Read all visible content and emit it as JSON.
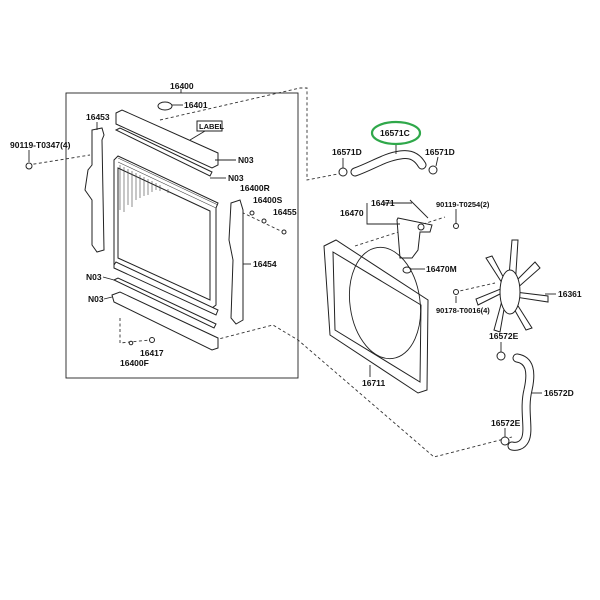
{
  "diagram": {
    "highlight_color": "#2fa84a",
    "labels": {
      "assembly": "16400",
      "cap": "16401",
      "left_support": "16453",
      "label_tag": "LABEL",
      "bolt_left": "90119-T0347(4)",
      "n03_a": "N03",
      "n03_b": "N03",
      "n03_c": "N03",
      "n03_d": "N03",
      "plug_r": "16400R",
      "plug_s": "16400S",
      "bolt_16455": "16455",
      "right_support": "16454",
      "drain_16417": "16417",
      "drain_f": "16400F",
      "upper_hose": "16571C",
      "clamp_left": "16571D",
      "clamp_right": "16571D",
      "reservoir_hose": "16471",
      "bolt_reservoir": "90119-T0254(2)",
      "reservoir": "16470",
      "reservoir_cap": "16470M",
      "fan": "16361",
      "fan_nut": "90178-T0016(4)",
      "shroud": "16711",
      "clamp_lower_top": "16572E",
      "lower_hose": "16572D",
      "clamp_lower_bottom": "16572E"
    }
  }
}
